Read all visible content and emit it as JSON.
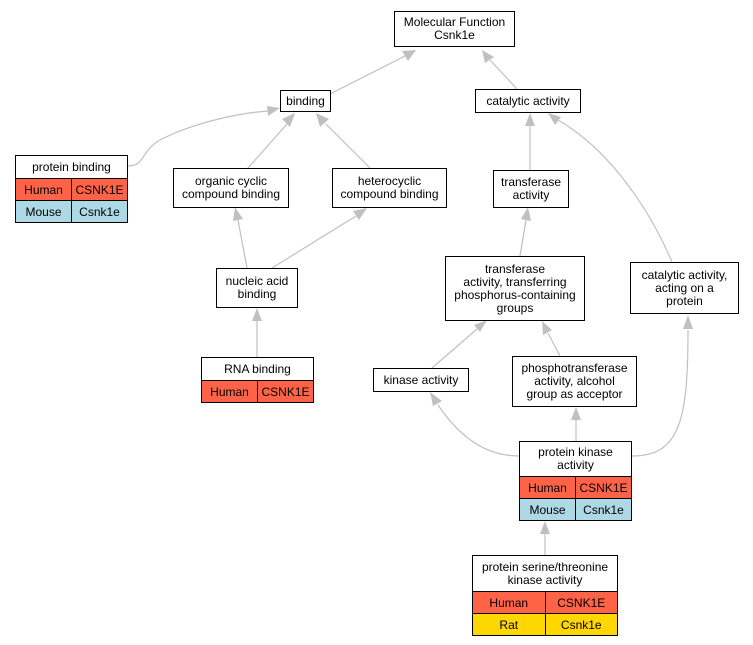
{
  "colors": {
    "Human": "#ff6347",
    "Mouse": "#add8e6",
    "Rat": "#ffd700",
    "edge": "#c0c0c0"
  },
  "nodes": {
    "root": {
      "title": "Molecular Function\nCsnk1e"
    },
    "binding": {
      "title": "binding"
    },
    "catalytic": {
      "title": "catalytic activity"
    },
    "protein_binding": {
      "title": "protein binding",
      "orthologs": [
        {
          "species": "Human",
          "gene": "CSNK1E"
        },
        {
          "species": "Mouse",
          "gene": "Csnk1e"
        }
      ]
    },
    "organic_cyclic": {
      "title": "organic cyclic\ncompound binding"
    },
    "heterocyclic": {
      "title": "heterocyclic\ncompound binding"
    },
    "transferase": {
      "title": "transferase\nactivity"
    },
    "nucleic_acid": {
      "title": "nucleic acid\nbinding"
    },
    "transferase_phos": {
      "title": "transferase\nactivity, transferring\nphosphorus-containing\ngroups"
    },
    "catalytic_protein": {
      "title": "catalytic activity,\nacting on a\nprotein"
    },
    "rna_binding": {
      "title": "RNA binding",
      "orthologs": [
        {
          "species": "Human",
          "gene": "CSNK1E"
        }
      ]
    },
    "kinase": {
      "title": "kinase activity"
    },
    "phosphotransferase": {
      "title": "phosphotransferase\nactivity, alcohol\ngroup as acceptor"
    },
    "protein_kinase": {
      "title": "protein kinase\nactivity",
      "orthologs": [
        {
          "species": "Human",
          "gene": "CSNK1E"
        },
        {
          "species": "Mouse",
          "gene": "Csnk1e"
        }
      ]
    },
    "ser_thr_kinase": {
      "title": "protein serine/threonine\nkinase activity",
      "orthologs": [
        {
          "species": "Human",
          "gene": "CSNK1E"
        },
        {
          "species": "Rat",
          "gene": "Csnk1e"
        }
      ]
    }
  },
  "edges": [
    {
      "from": "binding",
      "to": "root"
    },
    {
      "from": "catalytic",
      "to": "root"
    },
    {
      "from": "protein_binding",
      "to": "binding"
    },
    {
      "from": "organic_cyclic",
      "to": "binding"
    },
    {
      "from": "heterocyclic",
      "to": "binding"
    },
    {
      "from": "transferase",
      "to": "catalytic"
    },
    {
      "from": "catalytic_protein",
      "to": "catalytic"
    },
    {
      "from": "nucleic_acid",
      "to": "organic_cyclic"
    },
    {
      "from": "nucleic_acid",
      "to": "heterocyclic"
    },
    {
      "from": "transferase_phos",
      "to": "transferase"
    },
    {
      "from": "rna_binding",
      "to": "nucleic_acid"
    },
    {
      "from": "kinase",
      "to": "transferase_phos"
    },
    {
      "from": "phosphotransferase",
      "to": "transferase_phos"
    },
    {
      "from": "protein_kinase",
      "to": "kinase"
    },
    {
      "from": "protein_kinase",
      "to": "phosphotransferase"
    },
    {
      "from": "protein_kinase",
      "to": "catalytic_protein"
    },
    {
      "from": "ser_thr_kinase",
      "to": "protein_kinase"
    }
  ]
}
